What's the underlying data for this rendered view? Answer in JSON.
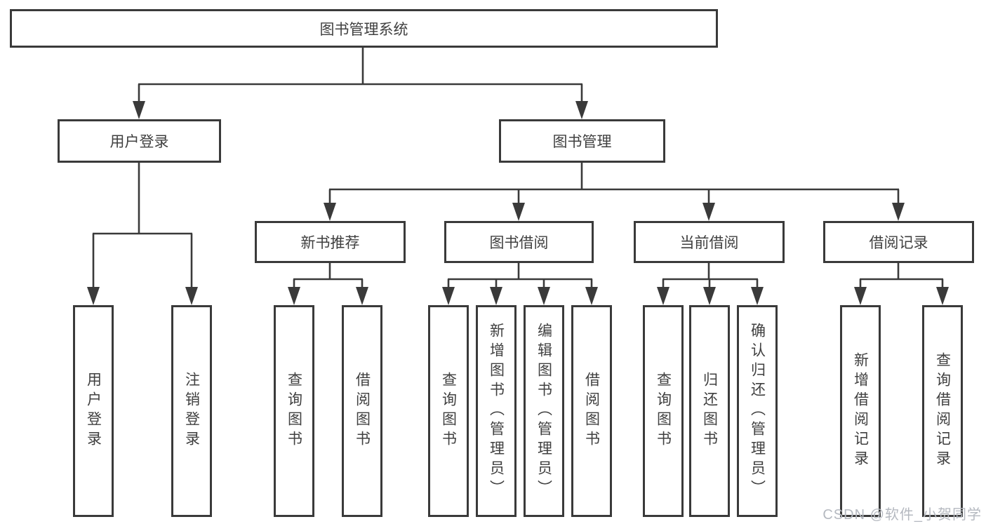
{
  "colors": {
    "line": "#3a3a3a",
    "text": "#404040",
    "watermark": "#b5b9c0",
    "background": "#ffffff"
  },
  "tree": {
    "root": "图书管理系统",
    "level2": [
      "用户登录",
      "图书管理"
    ],
    "level3": [
      "新书推荐",
      "图书借阅",
      "当前借阅",
      "借阅记录"
    ],
    "leaves": [
      "用户登录",
      "注销登录",
      "查询图书",
      "借阅图书",
      "查询图书",
      "新增图书（管理员）",
      "编辑图书（管理员）",
      "借阅图书",
      "查询图书",
      "归还图书",
      "确认归还（管理员）",
      "新增借阅记录",
      "查询借阅记录"
    ]
  },
  "watermark": "CSDN @软件_小贺同学"
}
